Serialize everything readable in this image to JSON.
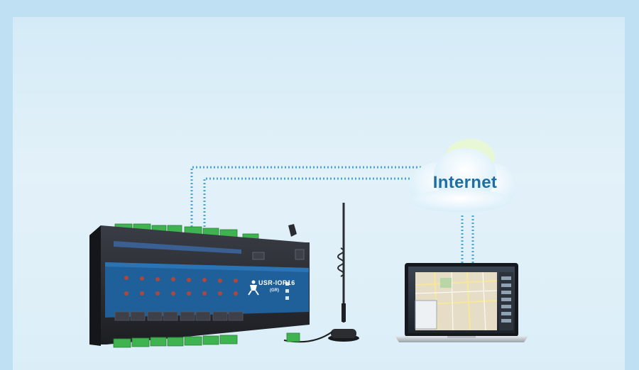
{
  "cloud": {
    "label": "Internet"
  },
  "device": {
    "model": "USR-IOR16",
    "variant": "(GR)"
  },
  "colors": {
    "background": "#bfe0f2",
    "dotted_line": "#4aa3d9",
    "cloud_text": "#1e6ea6",
    "device_body": "#2b2d33",
    "device_band": "#1f5f9a",
    "terminal": "#3fb34f"
  },
  "icons": [
    "cloud-icon",
    "antenna-icon",
    "laptop-icon",
    "io-controller-icon"
  ]
}
